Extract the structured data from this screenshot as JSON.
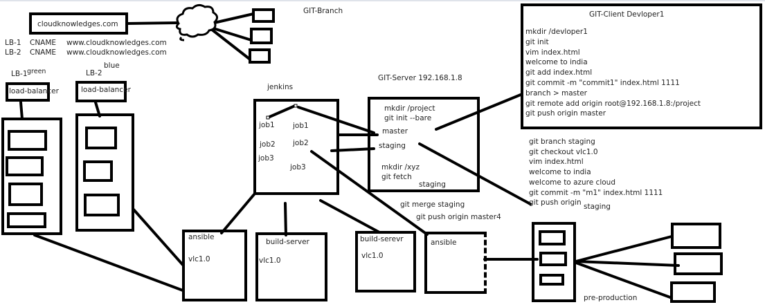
{
  "title": "GIT-Branch",
  "dns": {
    "domain": "cloudknowledges.com",
    "records": [
      {
        "name": "LB-1",
        "type": "CNAME",
        "value": "www.cloudknowledges.com"
      },
      {
        "name": "LB-2",
        "type": "CNAME",
        "value": "www.cloudknowledges.com"
      }
    ]
  },
  "load_balancers": [
    {
      "label": "LB-1",
      "color_tag": "green",
      "box_label": "load-balancer"
    },
    {
      "label": "LB-2",
      "color_tag": "blue",
      "box_label": "load-balancer"
    }
  ],
  "jenkins": {
    "title": "jenkins",
    "left_jobs": [
      "job1",
      "job2",
      "job3"
    ],
    "right_jobs": [
      "job1",
      "job2",
      "job3"
    ]
  },
  "git_server": {
    "title": "GIT-Server  192.168.1.8",
    "commands": [
      "mkdir /project",
      "git init  --bare"
    ],
    "branches": [
      "master",
      "staging"
    ],
    "fetch_commands": [
      "mkdir /xyz",
      "git fetch"
    ],
    "fetch_branch": "staging"
  },
  "git_client": {
    "title": "GIT-Client  Devloper1",
    "lines": [
      "mkdir  /devloper1",
      "git   init",
      "vim index.html",
      "welcome to india",
      "git  add  index.html",
      "git  commit -m  \"commit1\" index.html  1111",
      "branch   >  master",
      "git   remote add origin  root@192.168.1.8:/project",
      "git push origin master"
    ]
  },
  "staging_flow": {
    "lines": [
      "git  branch  staging",
      "git  checkout   vlc1.0",
      "vim index.html",
      "welcome to india",
      "welcome to azure cloud",
      "git commit -m \"m1\" index.html  1111",
      "git push origin"
    ],
    "push_branch": "staging"
  },
  "merge": {
    "merge_cmd": "git  merge staging",
    "push_cmd": "git push origin master4"
  },
  "servers": [
    {
      "name": "ansible",
      "version": "vlc1.0"
    },
    {
      "name": "build-server",
      "version": "vlc1.0"
    },
    {
      "name": "build-serevr",
      "version": "vlc1.0"
    },
    {
      "name": "ansible",
      "version": ""
    }
  ],
  "pre_production": {
    "label": "pre-production"
  }
}
